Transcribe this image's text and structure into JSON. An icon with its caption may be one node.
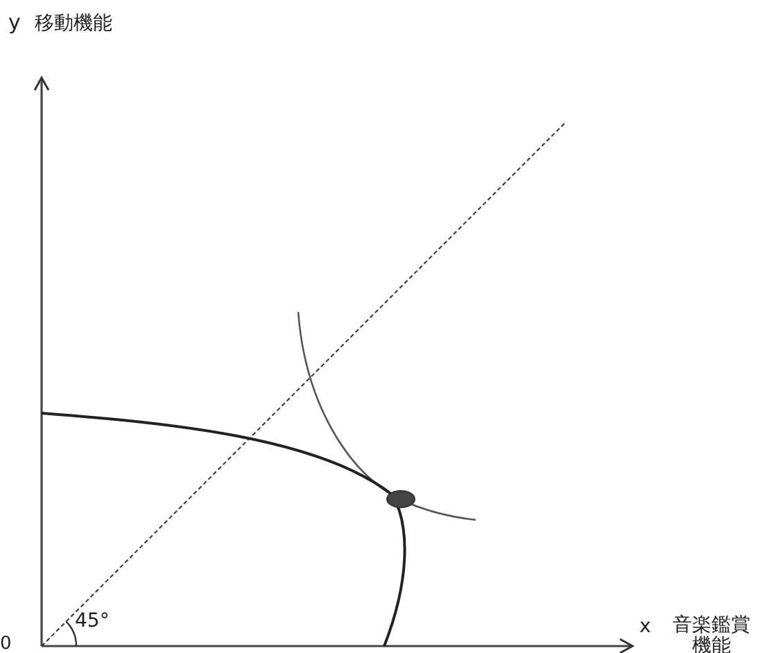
{
  "diagram": {
    "labels": [
      "y",
      "移動機能",
      "0",
      "45°",
      "x",
      "音楽鑑賞機能"
    ]
  }
}
